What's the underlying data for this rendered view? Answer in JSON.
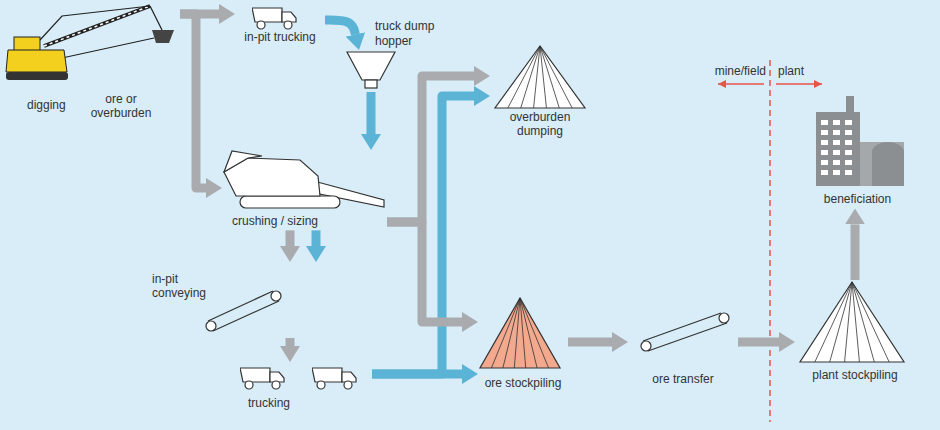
{
  "diagram": {
    "nodes": [
      {
        "text": [
          "digging"
        ]
      },
      {
        "text": [
          "in-pit trucking"
        ]
      },
      {
        "text": [
          "truck dump hopper"
        ]
      },
      {
        "text": [
          "crushing / sizing"
        ]
      },
      {
        "text": [
          "in-pit conveying"
        ]
      },
      {
        "text": [
          "trucking"
        ]
      },
      {
        "text": [
          "overburden dumping"
        ]
      },
      {
        "text": [
          "ore stockpiling"
        ]
      },
      {
        "text": [
          "ore transfer"
        ]
      },
      {
        "text": [
          "plant stockpiling"
        ]
      },
      {
        "text": [
          "beneficiation"
        ]
      }
    ],
    "edges": [
      {
        "from": 0,
        "to": 1,
        "arrow": "to"
      },
      {
        "from": 0,
        "to": 3,
        "arrow": "to"
      },
      {
        "from": 1,
        "to": 2,
        "arrow": "to"
      },
      {
        "from": 2,
        "to": 3,
        "arrow": "to"
      },
      {
        "from": 3,
        "to": 4,
        "arrow": "to"
      },
      {
        "from": 3,
        "to": 4,
        "arrow": "to"
      },
      {
        "from": 4,
        "to": 5,
        "arrow": "to"
      },
      {
        "from": 3,
        "to": 6,
        "arrow": "to"
      },
      {
        "from": 3,
        "to": 7,
        "arrow": "to"
      },
      {
        "from": 5,
        "to": 6,
        "arrow": "to"
      },
      {
        "from": 5,
        "to": 7,
        "arrow": "to"
      },
      {
        "from": 7,
        "to": 8,
        "arrow": "to"
      },
      {
        "from": 8,
        "to": 9,
        "arrow": "to"
      },
      {
        "from": 9,
        "to": 10,
        "arrow": "to"
      }
    ],
    "labels": [
      "ore or overburden",
      "mine/field",
      "plant"
    ]
  }
}
